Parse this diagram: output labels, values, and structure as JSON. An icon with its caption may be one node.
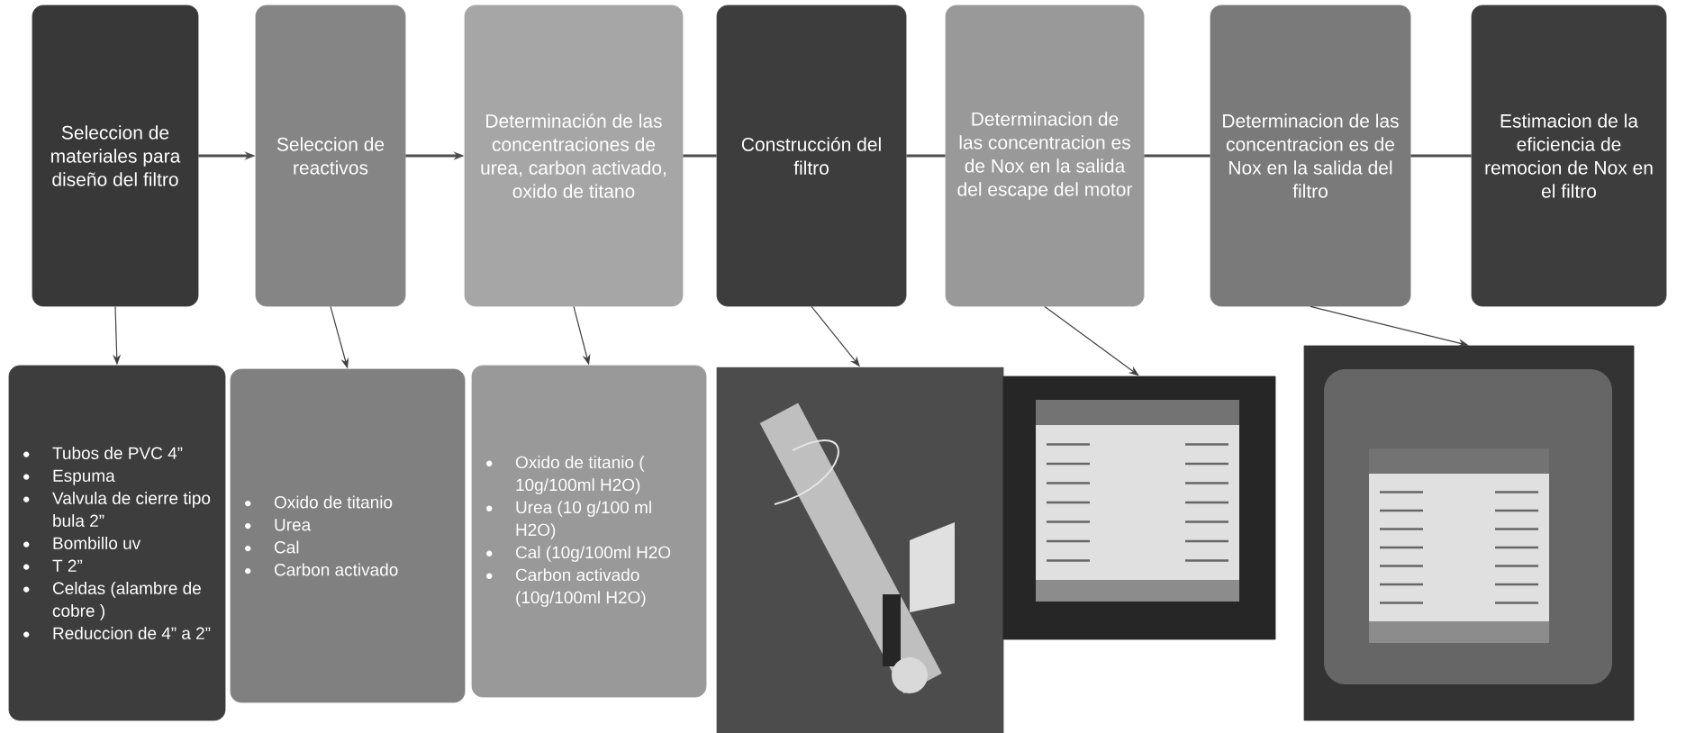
{
  "diagram": {
    "nodes": [
      {
        "text": [
          "Seleccion de materiales para diseño del filtro"
        ]
      },
      {
        "text": [
          "Seleccion de reactivos"
        ]
      },
      {
        "text": [
          "Determinación de las concentraciones de urea, carbon activado, oxido de titano"
        ]
      },
      {
        "text": [
          "Construcción del filtro"
        ]
      },
      {
        "text": [
          "Determinacion de las concentracion es de Nox en la salida del escape del motor"
        ]
      },
      {
        "text": [
          "Determinacion de las concentracion es de Nox en la salida del filtro"
        ]
      },
      {
        "text": [
          "Estimacion de la eficiencia de remocion de Nox en el filtro"
        ]
      },
      {
        "text": [
          "Tubos de PVC 4”",
          "Espuma",
          "Valvula de cierre tipo bula 2”",
          "Bombillo uv",
          "T 2”",
          "Celdas (alambre de cobre )",
          "Reduccion de 4” a 2”"
        ]
      },
      {
        "text": [
          "Oxido de titanio",
          "Urea",
          "Cal",
          "Carbon activado"
        ]
      },
      {
        "text": [
          "Oxido de titanio ( 10g/100ml H2O)",
          "Urea (10 g/100 ml H2O)",
          "Cal (10g/100ml H2O",
          "Carbon activado (10g/100ml H2O)"
        ]
      },
      {
        "text": [],
        "shape": "picture"
      },
      {
        "text": [],
        "shape": "picture"
      },
      {
        "text": [],
        "shape": "picture"
      }
    ],
    "edges": [
      {
        "from": 0,
        "to": 1,
        "arrow": "to"
      },
      {
        "from": 1,
        "to": 2,
        "arrow": "to"
      },
      {
        "from": 2,
        "to": 3,
        "arrow": "none"
      },
      {
        "from": 3,
        "to": 4,
        "arrow": "none"
      },
      {
        "from": 4,
        "to": 5,
        "arrow": "none"
      },
      {
        "from": 5,
        "to": 6,
        "arrow": "none"
      },
      {
        "from": 0,
        "to": 7,
        "arrow": "to"
      },
      {
        "from": 1,
        "to": 8,
        "arrow": "to"
      },
      {
        "from": 2,
        "to": 9,
        "arrow": "to"
      },
      {
        "from": 3,
        "to": 10,
        "arrow": "to"
      },
      {
        "from": 4,
        "to": 11,
        "arrow": "to"
      },
      {
        "from": 5,
        "to": 12,
        "arrow": "to"
      }
    ]
  }
}
